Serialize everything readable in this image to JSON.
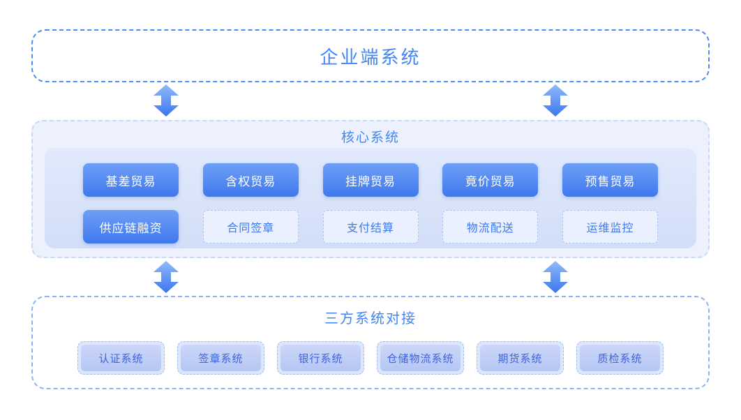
{
  "colors": {
    "primary": "#4285F4",
    "top-border": "#4A8CF5",
    "core-bg": "#ECF1FD",
    "core-border": "#C7D8F8",
    "panel-top": "#E1EAFC",
    "panel-bottom": "#D2DEF8",
    "node-solid-top": "#6F9FF6",
    "node-solid-bottom": "#3E78EE",
    "node-dashed-bg": "#EAF0FD",
    "node-dashed-border": "#A9C4F5",
    "node-dashed-text": "#3D7AF0",
    "bottom-border": "#8AB2F5",
    "tp-border": "#9FBDF3",
    "tp-pad": "#DDE7FB",
    "tp-fill-top": "#CCD7F8",
    "tp-fill-bottom": "#B5C6F4",
    "tp-text": "#3F62DE",
    "arrow-top": "#90BAFA",
    "arrow-bottom": "#3B76EE"
  },
  "top_section": {
    "title": "企业端系统"
  },
  "core_section": {
    "title": "核心系统",
    "row1": [
      {
        "label": "基差贸易",
        "variant": "solid"
      },
      {
        "label": "含权贸易",
        "variant": "solid"
      },
      {
        "label": "挂牌贸易",
        "variant": "solid"
      },
      {
        "label": "竟价贸易",
        "variant": "solid"
      },
      {
        "label": "预售贸易",
        "variant": "solid"
      }
    ],
    "row2": [
      {
        "label": "供应链融资",
        "variant": "solid"
      },
      {
        "label": "合同签章",
        "variant": "dashed"
      },
      {
        "label": "支付结算",
        "variant": "dashed"
      },
      {
        "label": "物流配送",
        "variant": "dashed"
      },
      {
        "label": "运维监控",
        "variant": "dashed"
      }
    ]
  },
  "bottom_section": {
    "title": "三方系统对接",
    "items": [
      "认证系统",
      "签章系统",
      "银行系统",
      "仓储物流系统",
      "期货系统",
      "质检系统"
    ]
  }
}
